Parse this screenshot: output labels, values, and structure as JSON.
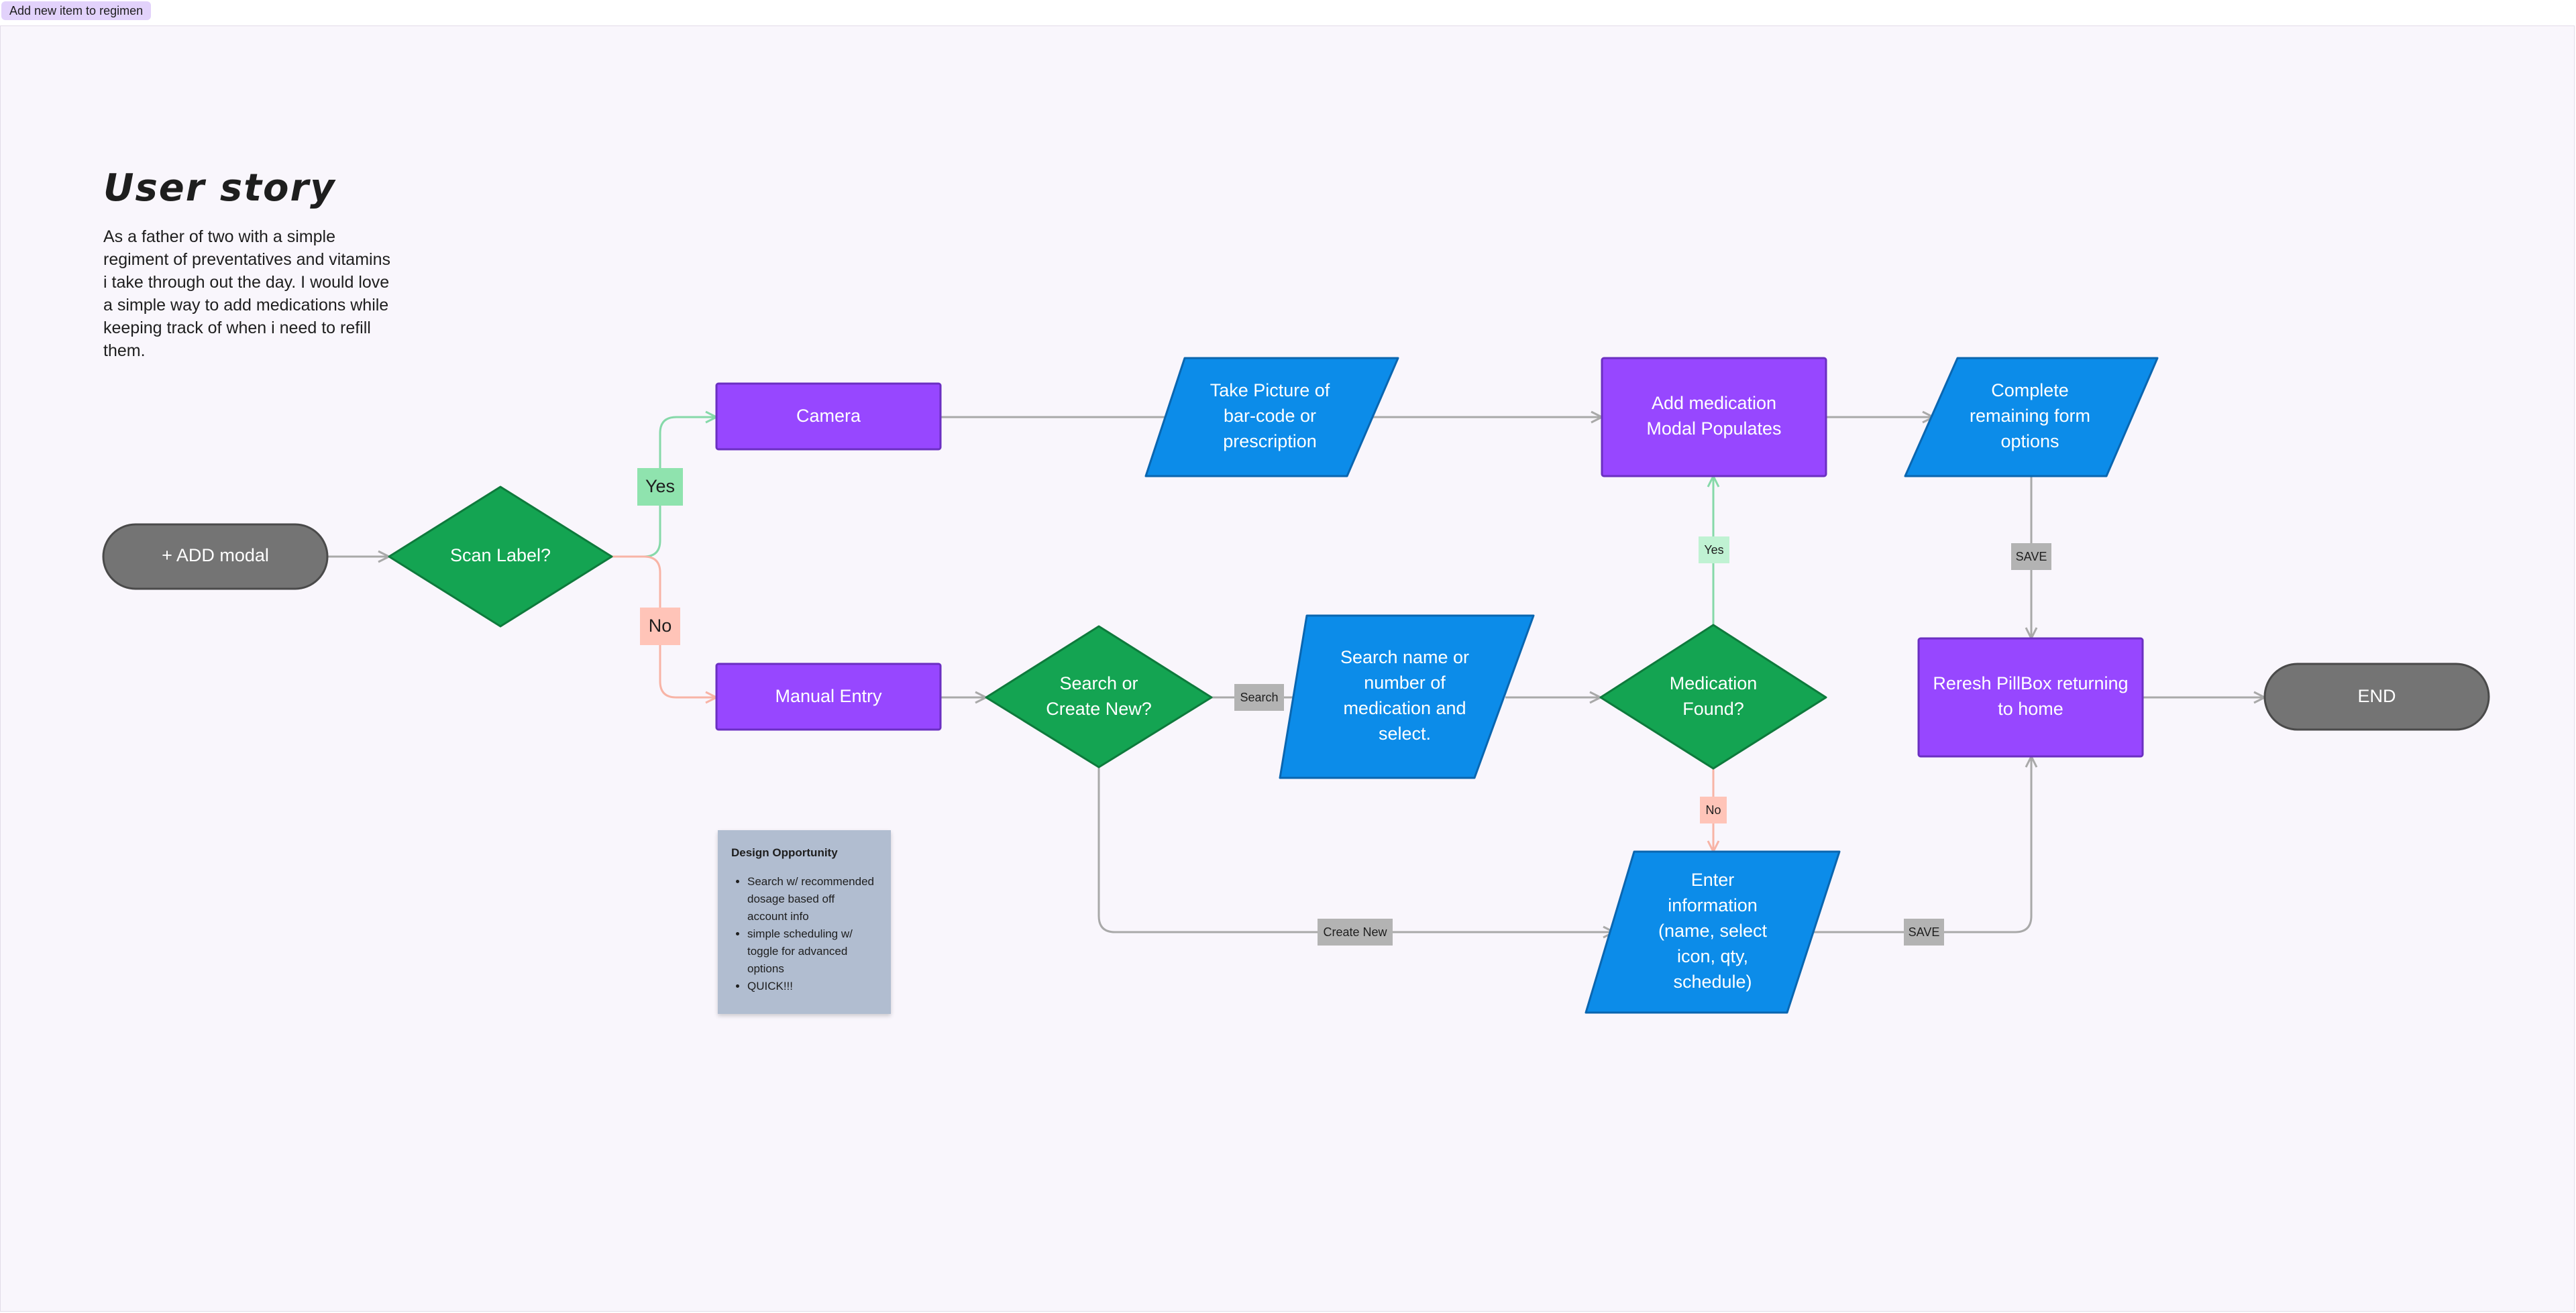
{
  "frame_label": "Add new item to regimen",
  "user_story": {
    "title": "User story",
    "body": "As a father of two with a simple regiment of preventatives and vitamins i take through out the day. I would love a simple way to add medications while keeping track of when i need to refill them."
  },
  "design_note": {
    "title": "Design Opportunity",
    "items": [
      "Search w/ recommended dosage based off account info",
      "simple scheduling w/ toggle for advanced options",
      "QUICK!!!"
    ]
  },
  "colors": {
    "terminal": "#747474",
    "decision": "#14a452",
    "process": "#9747ff",
    "io": "#0c8ce9",
    "yes_edge": "#86d9a9",
    "no_edge": "#f8b4a6",
    "default_edge": "#a9a9a9",
    "yes_label_bg": "#8fe3ae",
    "no_label_bg": "#ffc4b8",
    "grey_label_bg": "#b3b3b3"
  },
  "nodes": {
    "add_modal": "+ ADD modal",
    "scan_label": "Scan Label?",
    "camera": "Camera",
    "manual_entry": "Manual Entry",
    "take_picture": [
      "Take Picture of",
      "bar-code or",
      "prescription"
    ],
    "search_or_create": [
      "Search or",
      "Create New?"
    ],
    "search_name": [
      "Search name or",
      "number of",
      "medication and",
      "select."
    ],
    "medication_found": [
      "Medication",
      "Found?"
    ],
    "add_medication": [
      "Add medication",
      "Modal Populates"
    ],
    "complete_remaining": [
      "Complete",
      "remaining form",
      "options"
    ],
    "enter_information": [
      "Enter",
      "information",
      "(name, select",
      "icon, qty,",
      "schedule)"
    ],
    "refresh_pillbox": [
      "Reresh PillBox returning",
      "to home"
    ],
    "end": "END"
  },
  "edge_labels": {
    "yes_scan": "Yes",
    "no_scan": "No",
    "search": "Search",
    "create_new": "Create New",
    "yes_found": "Yes",
    "no_found": "No",
    "save_complete": "SAVE",
    "save_enter": "SAVE"
  }
}
